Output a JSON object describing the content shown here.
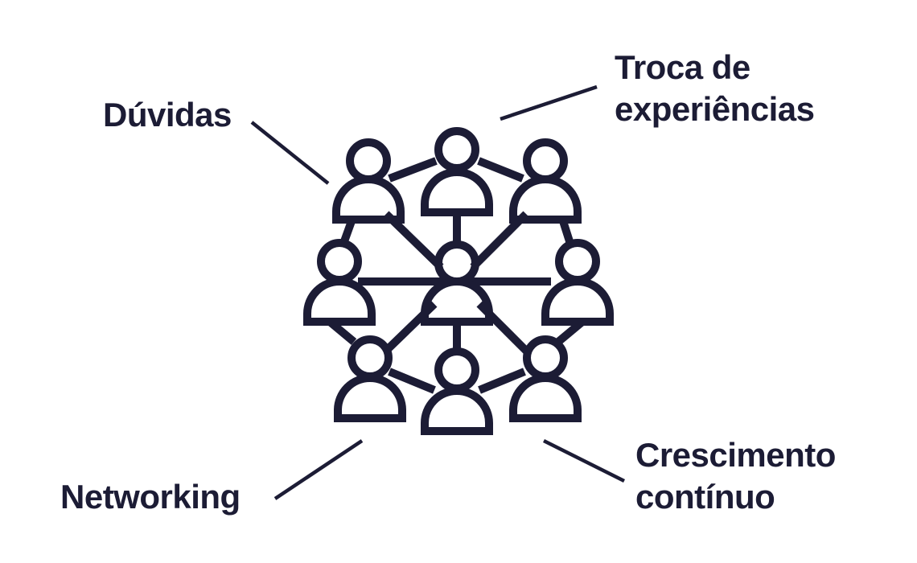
{
  "colors": {
    "ink": "#1c1c35",
    "background": "#ffffff"
  },
  "labels": {
    "duvidas": [
      "Dúvidas"
    ],
    "troca": [
      "Troca de",
      "experiências"
    ],
    "networking": [
      "Networking"
    ],
    "crescimento": [
      "Crescimento",
      "contínuo"
    ]
  },
  "icon": "people-network-icon"
}
